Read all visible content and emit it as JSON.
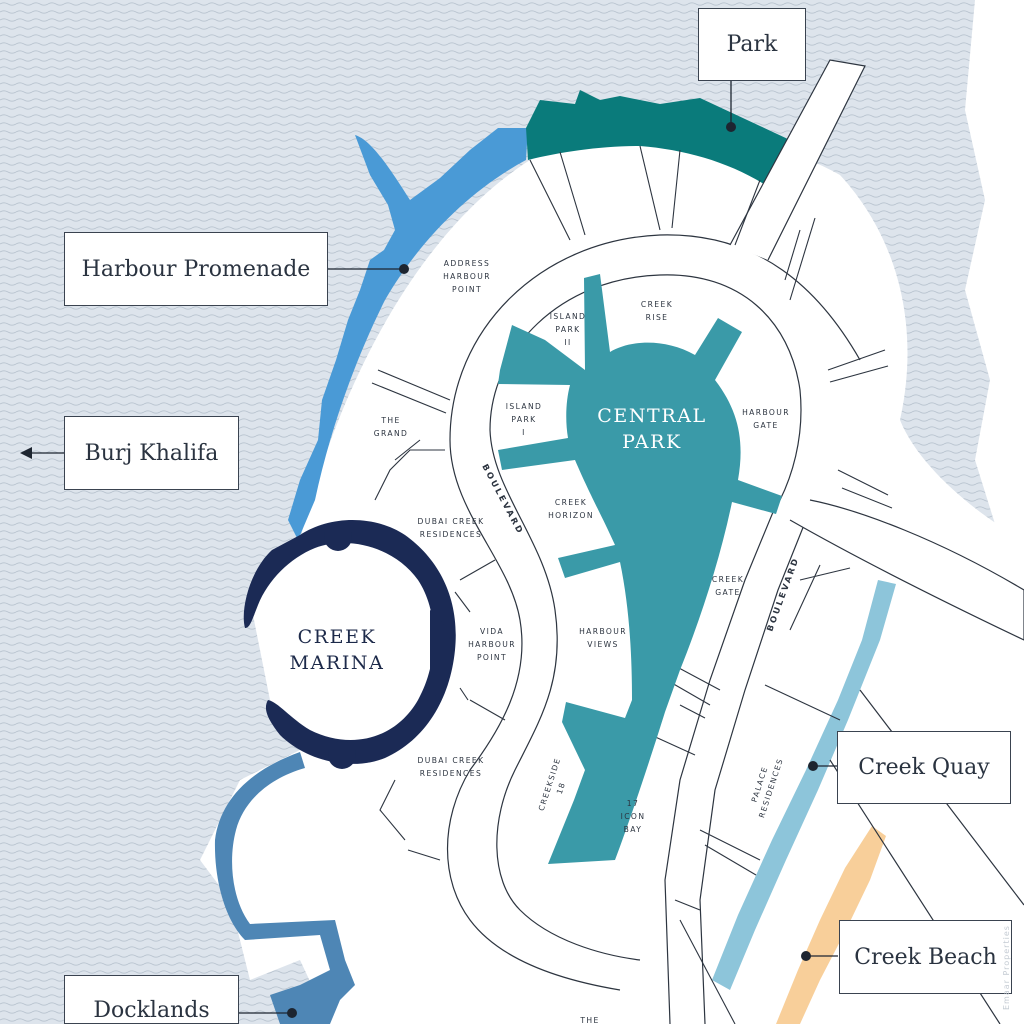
{
  "colors": {
    "water": "#dde4ec",
    "land": "#ffffff",
    "park_teal": "#3a9aa8",
    "park_green": "#0a7b7b",
    "promenade_blue": "#4a9ad6",
    "marina_navy": "#1b2a55",
    "docklands_blue": "#4e86b5",
    "quay_blue": "#8dc5da",
    "beach_sand": "#f8cf9a",
    "outline": "#2d3540"
  },
  "callouts": {
    "park": "Park",
    "harbour_promenade": "Harbour Promenade",
    "burj_khalifa": "Burj Khalifa",
    "creek_quay": "Creek Quay",
    "creek_beach": "Creek Beach",
    "docklands": "Docklands"
  },
  "areas": {
    "central_park": [
      "CENTRAL",
      "PARK"
    ],
    "creek_marina": [
      "CREEK",
      "MARINA"
    ]
  },
  "roads": {
    "boulevard": "BOULEVARD"
  },
  "plots": {
    "address_harbour_point": [
      "ADDRESS",
      "HARBOUR",
      "POINT"
    ],
    "island_park_ii": [
      "ISLAND",
      "PARK",
      "II"
    ],
    "creek_rise": [
      "CREEK",
      "RISE"
    ],
    "the_grand": [
      "THE",
      "GRAND"
    ],
    "island_park_i": [
      "ISLAND",
      "PARK",
      "I"
    ],
    "harbour_gate": [
      "HARBOUR",
      "GATE"
    ],
    "dubai_creek_residences_north": [
      "DUBAI CREEK",
      "RESIDENCES"
    ],
    "creek_horizon": [
      "CREEK",
      "HORIZON"
    ],
    "creek_gate": [
      "CREEK",
      "GATE"
    ],
    "vida_harbour_point": [
      "VIDA",
      "HARBOUR",
      "POINT"
    ],
    "harbour_views": [
      "HARBOUR",
      "VIEWS"
    ],
    "dubai_creek_residences_south": [
      "DUBAI CREEK",
      "RESIDENCES"
    ],
    "creekside_18": [
      "CREEKSIDE",
      "18"
    ],
    "icon_bay": [
      "17",
      "ICON",
      "BAY"
    ],
    "palace_residences": [
      "PALACE",
      "RESIDENCES"
    ],
    "the_bottom": "THE"
  },
  "watermark": "Emaar Properties"
}
